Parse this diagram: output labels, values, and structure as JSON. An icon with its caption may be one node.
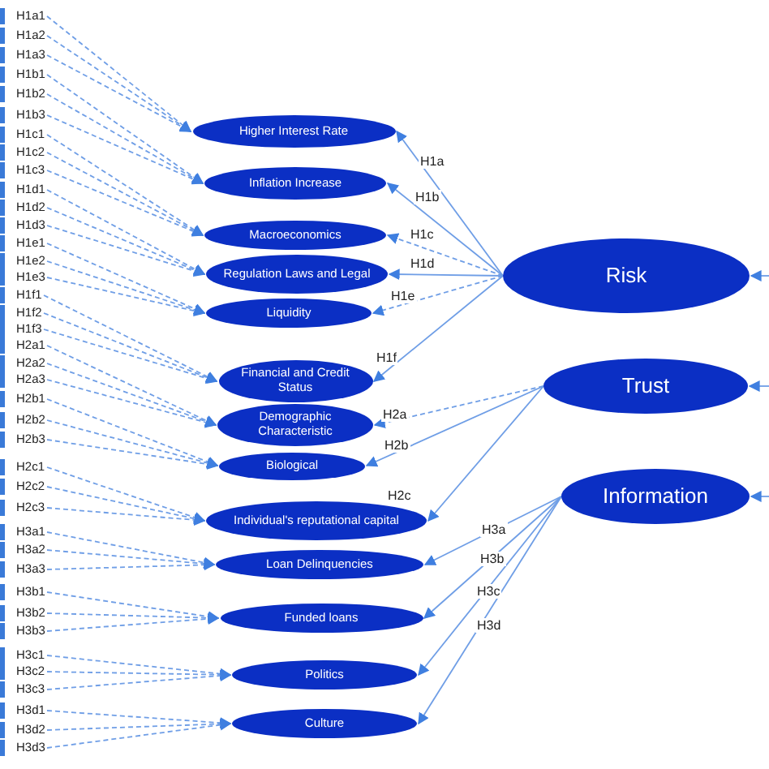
{
  "diagram": {
    "nodes": [
      {
        "text": [
          "H1a1"
        ]
      },
      {
        "text": [
          "H1a2"
        ]
      },
      {
        "text": [
          "H1a3"
        ]
      },
      {
        "text": [
          "H1b1"
        ]
      },
      {
        "text": [
          "H1b2"
        ]
      },
      {
        "text": [
          "H1b3"
        ]
      },
      {
        "text": [
          "H1c1"
        ]
      },
      {
        "text": [
          "H1c2"
        ]
      },
      {
        "text": [
          "H1c3"
        ]
      },
      {
        "text": [
          "H1d1"
        ]
      },
      {
        "text": [
          "H1d2"
        ]
      },
      {
        "text": [
          "H1d3"
        ]
      },
      {
        "text": [
          "H1e1"
        ]
      },
      {
        "text": [
          "H1e2"
        ]
      },
      {
        "text": [
          "H1e3"
        ]
      },
      {
        "text": [
          "H1f1"
        ]
      },
      {
        "text": [
          "H1f2"
        ]
      },
      {
        "text": [
          "H1f3"
        ]
      },
      {
        "text": [
          "H2a1"
        ]
      },
      {
        "text": [
          "H2a2"
        ]
      },
      {
        "text": [
          "H2a3"
        ]
      },
      {
        "text": [
          "H2b1"
        ]
      },
      {
        "text": [
          "H2b2"
        ]
      },
      {
        "text": [
          "H2b3"
        ]
      },
      {
        "text": [
          "H2c1"
        ]
      },
      {
        "text": [
          "H2c2"
        ]
      },
      {
        "text": [
          "H2c3"
        ]
      },
      {
        "text": [
          "H3a1"
        ]
      },
      {
        "text": [
          "H3a2"
        ]
      },
      {
        "text": [
          "H3a3"
        ]
      },
      {
        "text": [
          "H3b1"
        ]
      },
      {
        "text": [
          "H3b2"
        ]
      },
      {
        "text": [
          "H3b3"
        ]
      },
      {
        "text": [
          "H3c1"
        ]
      },
      {
        "text": [
          "H3c2"
        ]
      },
      {
        "text": [
          "H3c3"
        ]
      },
      {
        "text": [
          "H3d1"
        ]
      },
      {
        "text": [
          "H3d2"
        ]
      },
      {
        "text": [
          "H3d3"
        ]
      },
      {
        "text": [
          "Higher Interest Rate"
        ]
      },
      {
        "text": [
          "Inflation Increase"
        ]
      },
      {
        "text": [
          "Macroeconomics"
        ]
      },
      {
        "text": [
          "Regulation Laws and Legal"
        ]
      },
      {
        "text": [
          "Liquidity"
        ]
      },
      {
        "text": [
          "Financial and Credit Status"
        ]
      },
      {
        "text": [
          "Demographic Characteristic"
        ]
      },
      {
        "text": [
          "Biological"
        ]
      },
      {
        "text": [
          "Individual's reputational capital"
        ]
      },
      {
        "text": [
          "Loan Delinquencies"
        ]
      },
      {
        "text": [
          "Funded loans"
        ]
      },
      {
        "text": [
          "Politics"
        ]
      },
      {
        "text": [
          "Culture"
        ]
      },
      {
        "text": [
          "Risk"
        ]
      },
      {
        "text": [
          "Trust"
        ]
      },
      {
        "text": [
          "Information"
        ]
      }
    ],
    "edges": [
      {
        "from": 0,
        "to": 39,
        "arrow": "to",
        "style": "dashed"
      },
      {
        "from": 1,
        "to": 39,
        "arrow": "to",
        "style": "dashed"
      },
      {
        "from": 2,
        "to": 39,
        "arrow": "to",
        "style": "dashed"
      },
      {
        "from": 3,
        "to": 40,
        "arrow": "to",
        "style": "dashed"
      },
      {
        "from": 4,
        "to": 40,
        "arrow": "to",
        "style": "dashed"
      },
      {
        "from": 5,
        "to": 40,
        "arrow": "to",
        "style": "dashed"
      },
      {
        "from": 6,
        "to": 41,
        "arrow": "to",
        "style": "dashed"
      },
      {
        "from": 7,
        "to": 41,
        "arrow": "to",
        "style": "dashed"
      },
      {
        "from": 8,
        "to": 41,
        "arrow": "to",
        "style": "dashed"
      },
      {
        "from": 9,
        "to": 42,
        "arrow": "to",
        "style": "dashed"
      },
      {
        "from": 10,
        "to": 42,
        "arrow": "to",
        "style": "dashed"
      },
      {
        "from": 11,
        "to": 42,
        "arrow": "to",
        "style": "dashed"
      },
      {
        "from": 12,
        "to": 43,
        "arrow": "to",
        "style": "dashed"
      },
      {
        "from": 13,
        "to": 43,
        "arrow": "to",
        "style": "dashed"
      },
      {
        "from": 14,
        "to": 43,
        "arrow": "to",
        "style": "dashed"
      },
      {
        "from": 15,
        "to": 44,
        "arrow": "to",
        "style": "dashed"
      },
      {
        "from": 16,
        "to": 44,
        "arrow": "to",
        "style": "dashed"
      },
      {
        "from": 17,
        "to": 44,
        "arrow": "to",
        "style": "dashed"
      },
      {
        "from": 18,
        "to": 45,
        "arrow": "to",
        "style": "dashed"
      },
      {
        "from": 19,
        "to": 45,
        "arrow": "to",
        "style": "dashed"
      },
      {
        "from": 20,
        "to": 45,
        "arrow": "to",
        "style": "dashed"
      },
      {
        "from": 21,
        "to": 46,
        "arrow": "to",
        "style": "dashed"
      },
      {
        "from": 22,
        "to": 46,
        "arrow": "to",
        "style": "dashed"
      },
      {
        "from": 23,
        "to": 46,
        "arrow": "to",
        "style": "dashed"
      },
      {
        "from": 24,
        "to": 47,
        "arrow": "to",
        "style": "dashed"
      },
      {
        "from": 25,
        "to": 47,
        "arrow": "to",
        "style": "dashed"
      },
      {
        "from": 26,
        "to": 47,
        "arrow": "to",
        "style": "dashed"
      },
      {
        "from": 27,
        "to": 48,
        "arrow": "to",
        "style": "dashed"
      },
      {
        "from": 28,
        "to": 48,
        "arrow": "to",
        "style": "dashed"
      },
      {
        "from": 29,
        "to": 48,
        "arrow": "to",
        "style": "dashed"
      },
      {
        "from": 30,
        "to": 49,
        "arrow": "to",
        "style": "dashed"
      },
      {
        "from": 31,
        "to": 49,
        "arrow": "to",
        "style": "dashed"
      },
      {
        "from": 32,
        "to": 49,
        "arrow": "to",
        "style": "dashed"
      },
      {
        "from": 33,
        "to": 50,
        "arrow": "to",
        "style": "dashed"
      },
      {
        "from": 34,
        "to": 50,
        "arrow": "to",
        "style": "dashed"
      },
      {
        "from": 35,
        "to": 50,
        "arrow": "to",
        "style": "dashed"
      },
      {
        "from": 36,
        "to": 51,
        "arrow": "to",
        "style": "dashed"
      },
      {
        "from": 37,
        "to": 51,
        "arrow": "to",
        "style": "dashed"
      },
      {
        "from": 38,
        "to": 51,
        "arrow": "to",
        "style": "dashed"
      },
      {
        "from": 52,
        "to": 39,
        "arrow": "to",
        "label": "H1a"
      },
      {
        "from": 52,
        "to": 40,
        "arrow": "to",
        "label": "H1b"
      },
      {
        "from": 52,
        "to": 41,
        "arrow": "to",
        "label": "H1c",
        "style": "dashed"
      },
      {
        "from": 52,
        "to": 42,
        "arrow": "to",
        "label": "H1d"
      },
      {
        "from": 52,
        "to": 43,
        "arrow": "to",
        "label": "H1e",
        "style": "dashed"
      },
      {
        "from": 52,
        "to": 44,
        "arrow": "to",
        "label": "H1f"
      },
      {
        "from": 53,
        "to": 45,
        "arrow": "to",
        "label": "H2a",
        "style": "dashed"
      },
      {
        "from": 53,
        "to": 46,
        "arrow": "to",
        "label": "H2b"
      },
      {
        "from": 53,
        "to": 47,
        "arrow": "to",
        "label": "H2c"
      },
      {
        "from": 54,
        "to": 48,
        "arrow": "to",
        "label": "H3a"
      },
      {
        "from": 54,
        "to": 49,
        "arrow": "to",
        "label": "H3b"
      },
      {
        "from": 54,
        "to": 50,
        "arrow": "to",
        "label": "H3c"
      },
      {
        "from": 54,
        "to": 51,
        "arrow": "to",
        "label": "H3d"
      },
      {
        "from": null,
        "to": 52,
        "arrow": "to"
      },
      {
        "from": null,
        "to": 53,
        "arrow": "to"
      },
      {
        "from": null,
        "to": 54,
        "arrow": "to"
      }
    ]
  }
}
